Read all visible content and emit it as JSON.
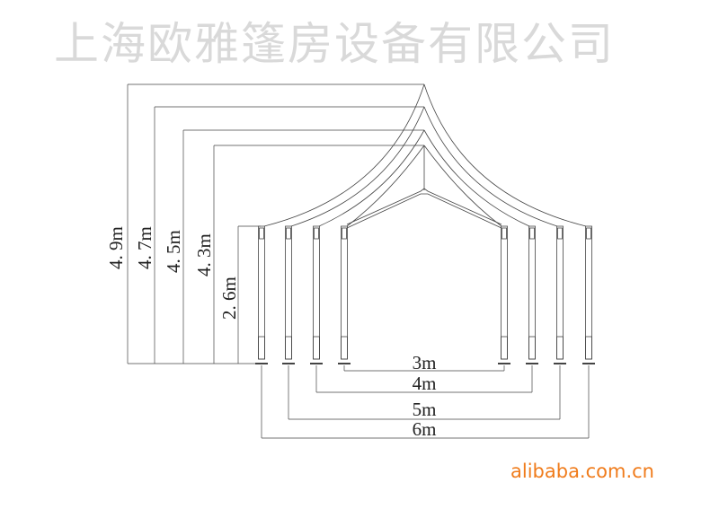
{
  "heights": [
    "4. 9m",
    "4. 7m",
    "4. 5m",
    "4. 3m",
    "2. 6m"
  ],
  "widths": [
    "3m",
    "4m",
    "5m",
    "6m"
  ],
  "watermark": "上海欧雅篷房设备有限公司",
  "brand": "alibaba.com.cn",
  "colors": {
    "line": "#333333",
    "watermark": "#d9d9d9",
    "brand": "#f07c1c"
  }
}
